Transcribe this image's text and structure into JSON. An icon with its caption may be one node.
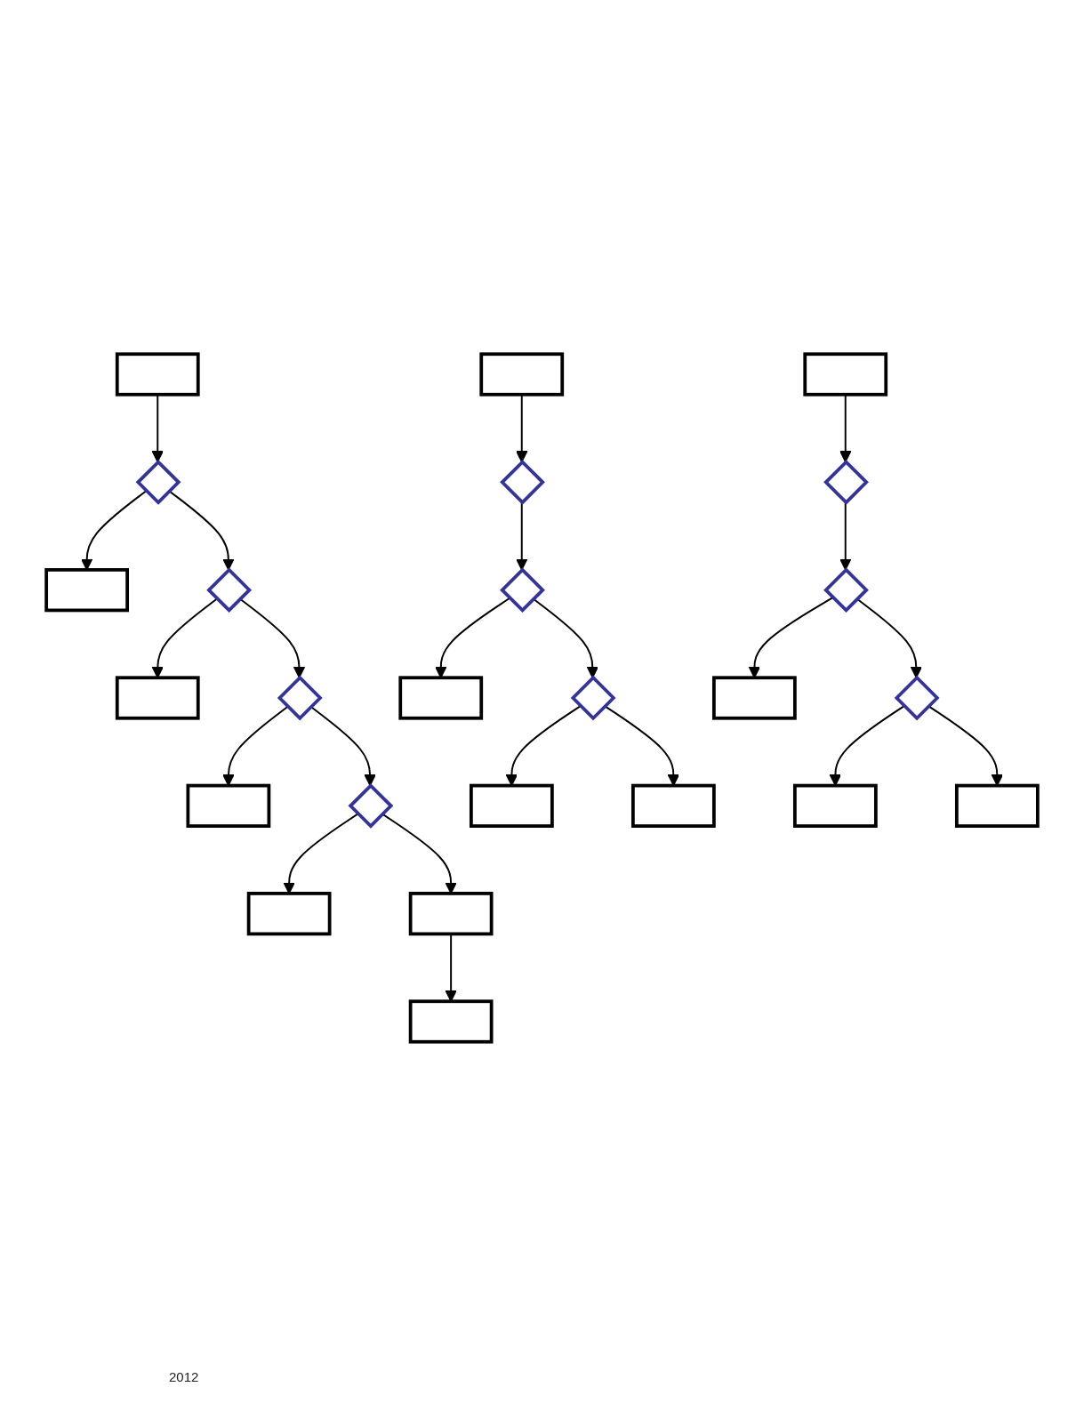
{
  "diagram": {
    "nodes": [
      {
        "text": [],
        "shape": "box"
      },
      {
        "text": [],
        "shape": "diamond"
      },
      {
        "text": [],
        "shape": "box"
      },
      {
        "text": [],
        "shape": "diamond"
      },
      {
        "text": [],
        "shape": "box"
      },
      {
        "text": [],
        "shape": "diamond"
      },
      {
        "text": [],
        "shape": "box"
      },
      {
        "text": [],
        "shape": "diamond"
      },
      {
        "text": [],
        "shape": "box"
      },
      {
        "text": [],
        "shape": "box"
      },
      {
        "text": [],
        "shape": "box"
      },
      {
        "text": [],
        "shape": "box"
      },
      {
        "text": [],
        "shape": "diamond"
      },
      {
        "text": [],
        "shape": "diamond"
      },
      {
        "text": [],
        "shape": "box"
      },
      {
        "text": [],
        "shape": "diamond"
      },
      {
        "text": [],
        "shape": "box"
      },
      {
        "text": [],
        "shape": "box"
      },
      {
        "text": [],
        "shape": "box"
      },
      {
        "text": [],
        "shape": "diamond"
      },
      {
        "text": [],
        "shape": "diamond"
      },
      {
        "text": [],
        "shape": "box"
      },
      {
        "text": [],
        "shape": "diamond"
      },
      {
        "text": [],
        "shape": "box"
      },
      {
        "text": [],
        "shape": "box"
      }
    ],
    "edges": [
      {
        "from": 0,
        "to": 1,
        "arrow": "to"
      },
      {
        "from": 1,
        "to": 2,
        "arrow": "to"
      },
      {
        "from": 1,
        "to": 3,
        "arrow": "to"
      },
      {
        "from": 3,
        "to": 4,
        "arrow": "to"
      },
      {
        "from": 3,
        "to": 5,
        "arrow": "to"
      },
      {
        "from": 5,
        "to": 6,
        "arrow": "to"
      },
      {
        "from": 5,
        "to": 7,
        "arrow": "to"
      },
      {
        "from": 7,
        "to": 8,
        "arrow": "to"
      },
      {
        "from": 7,
        "to": 9,
        "arrow": "to"
      },
      {
        "from": 9,
        "to": 10,
        "arrow": "to"
      },
      {
        "from": 11,
        "to": 12,
        "arrow": "to"
      },
      {
        "from": 12,
        "to": 13,
        "arrow": "to"
      },
      {
        "from": 13,
        "to": 14,
        "arrow": "to"
      },
      {
        "from": 13,
        "to": 15,
        "arrow": "to"
      },
      {
        "from": 15,
        "to": 16,
        "arrow": "to"
      },
      {
        "from": 15,
        "to": 17,
        "arrow": "to"
      },
      {
        "from": 18,
        "to": 19,
        "arrow": "to"
      },
      {
        "from": 19,
        "to": 20,
        "arrow": "to"
      },
      {
        "from": 20,
        "to": 21,
        "arrow": "to"
      },
      {
        "from": 20,
        "to": 22,
        "arrow": "to"
      },
      {
        "from": 22,
        "to": 23,
        "arrow": "to"
      },
      {
        "from": 22,
        "to": 24,
        "arrow": "to"
      }
    ],
    "labels": [
      "2012"
    ]
  }
}
